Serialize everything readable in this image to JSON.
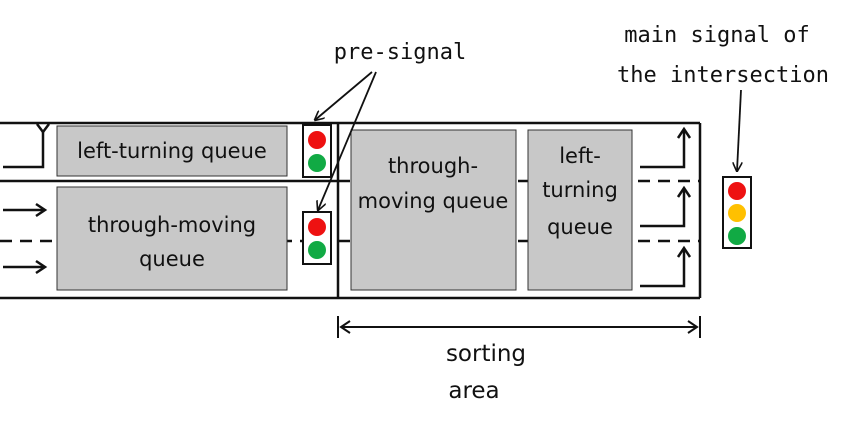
{
  "labels": {
    "pre_signal": "pre-signal",
    "main_signal_line1": "main signal of",
    "main_signal_line2": "the intersection",
    "left_queue": "left-turning queue",
    "through_queue_line1": "through-moving",
    "through_queue_line2": "queue",
    "sorting_through_line1": "through-",
    "sorting_through_line2": "moving queue",
    "sorting_left_line1": "left-",
    "sorting_left_line2": "turning",
    "sorting_left_line3": "queue",
    "sorting_area_line1": "sorting",
    "sorting_area_line2": "area"
  },
  "colors": {
    "red": "#ee1111",
    "yellow": "#ffc000",
    "green": "#11aa44",
    "queue_fill": "#c8c8c8",
    "line": "#111111"
  },
  "icons": [
    "traffic-light-icon",
    "arrow-right-icon",
    "turn-left-arrow-icon"
  ]
}
